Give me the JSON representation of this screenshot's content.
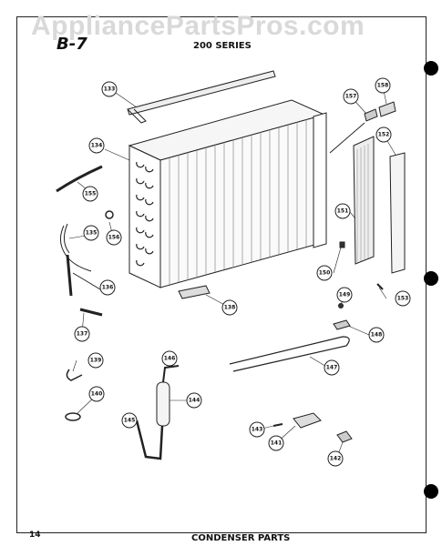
{
  "header": {
    "watermark": "AppliancePartsPros.com",
    "section_id": "B-7",
    "series": "200 SERIES"
  },
  "footer": {
    "page_number": "14",
    "title": "CONDENSER PARTS"
  },
  "parts": [
    "133",
    "134",
    "135",
    "136",
    "137",
    "138",
    "139",
    "140",
    "141",
    "142",
    "143",
    "144",
    "145",
    "146",
    "147",
    "148",
    "149",
    "150",
    "151",
    "152",
    "153",
    "155",
    "156",
    "157",
    "158"
  ]
}
